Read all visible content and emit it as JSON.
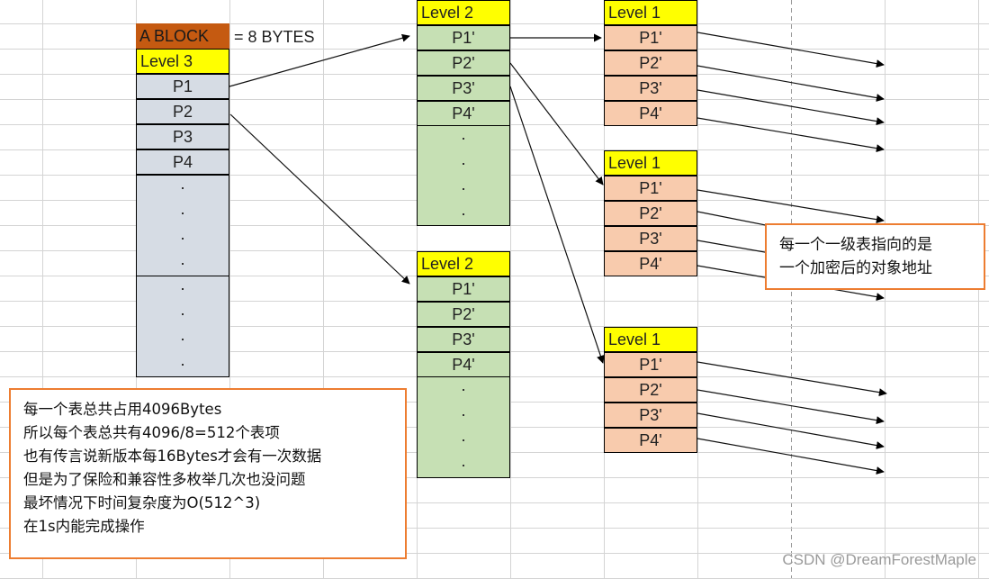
{
  "legend": {
    "block_label": "A BLOCK",
    "block_equals": "= 8 BYTES",
    "block_color": "#c55a11"
  },
  "colors": {
    "header": "#ffff00",
    "level3": "#d6dce4",
    "level2": "#c6e0b4",
    "level1": "#f8cbad",
    "note_border": "#ed7d31"
  },
  "level3": {
    "title": "Level 3",
    "entries": [
      "P1",
      "P2",
      "P3",
      "P4"
    ],
    "dots": "·"
  },
  "level2_tables": [
    {
      "title": "Level 2",
      "entries": [
        "P1'",
        "P2'",
        "P3'",
        "P4'"
      ]
    },
    {
      "title": "Level 2",
      "entries": [
        "P1'",
        "P2'",
        "P3'",
        "P4'"
      ]
    }
  ],
  "level1_tables": [
    {
      "title": "Level 1",
      "entries": [
        "P1'",
        "P2'",
        "P3'",
        "P4'"
      ]
    },
    {
      "title": "Level 1",
      "entries": [
        "P1'",
        "P2'",
        "P3'",
        "P4'"
      ]
    },
    {
      "title": "Level 1",
      "entries": [
        "P1'",
        "P2'",
        "P3'",
        "P4'"
      ]
    }
  ],
  "notes": {
    "level1_note": [
      "每一个一级表指向的是",
      "一个加密后的对象地址"
    ],
    "main_note": [
      "每一个表总共占用4096Bytes",
      "所以每个表总共有4096/8=512个表项",
      "也有传言说新版本每16Bytes才会有一次数据",
      "但是为了保险和兼容性多枚举几次也没问题",
      "最坏情况下时间复杂度为O(512^3)",
      "在1s内能完成操作"
    ]
  },
  "watermark": "CSDN @DreamForestMaple"
}
